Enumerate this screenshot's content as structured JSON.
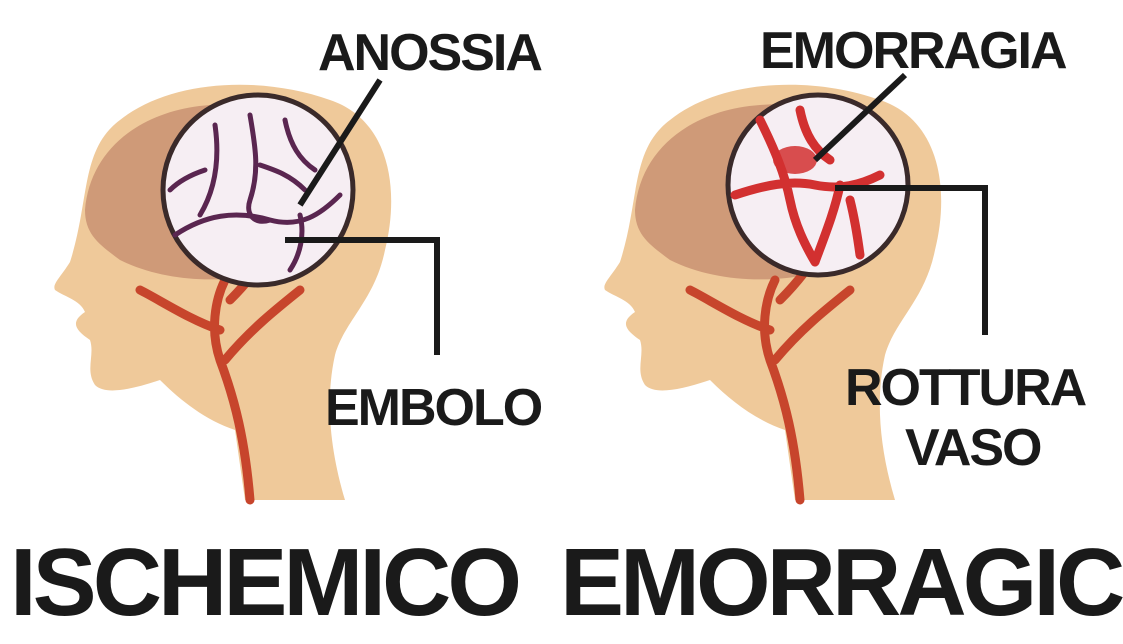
{
  "panels": [
    {
      "id": "ischemic",
      "title": "ISCHEMICO",
      "callouts": [
        "ANOSSIA",
        "EMBOLO"
      ]
    },
    {
      "id": "hemorrhagic",
      "title": "EMORRAGICO",
      "callouts": [
        "EMORRAGIA",
        "ROTTURA",
        "VASO"
      ]
    }
  ],
  "colors": {
    "skin": "#efc99a",
    "skin_shadow": "#e2b47f",
    "brain": "#cf9a78",
    "artery": "#c7452c",
    "lens_fill": "#f6eef3",
    "vessel_purple": "#5a2650",
    "vessel_red": "#d23030",
    "text": "#1a1a1a"
  },
  "icons": [
    "head-profile",
    "magnifier-circle",
    "leader-line"
  ]
}
